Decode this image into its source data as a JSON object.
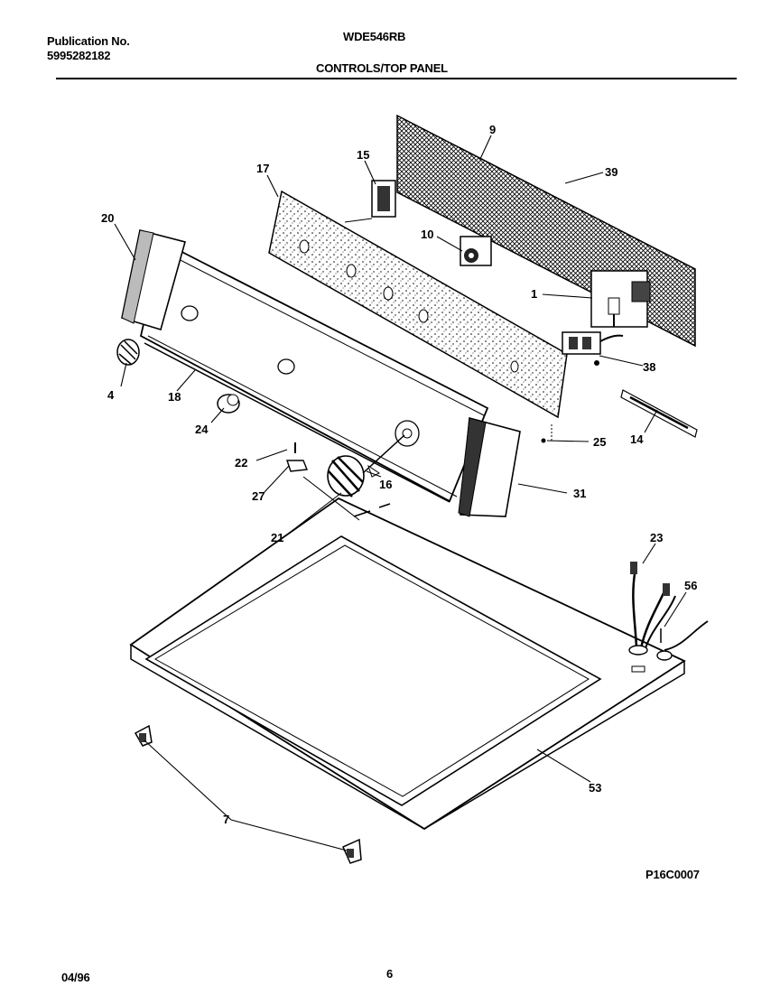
{
  "header": {
    "publication_label": "Publication No.",
    "publication_number": "5995282182",
    "model": "WDE546RB",
    "section_title": "CONTROLS/TOP PANEL"
  },
  "footer": {
    "date": "04/96",
    "page": "6",
    "figure_code": "P16C0007"
  },
  "callouts": {
    "c1": "1",
    "c4": "4",
    "c7": "7",
    "c9": "9",
    "c10": "10",
    "c14": "14",
    "c15": "15",
    "c16": "16",
    "c17": "17",
    "c18": "18",
    "c20": "20",
    "c21": "21",
    "c22": "22",
    "c23": "23",
    "c24": "24",
    "c25": "25",
    "c27": "27",
    "c31": "31",
    "c38": "38",
    "c39": "39",
    "c53": "53",
    "c56": "56"
  }
}
